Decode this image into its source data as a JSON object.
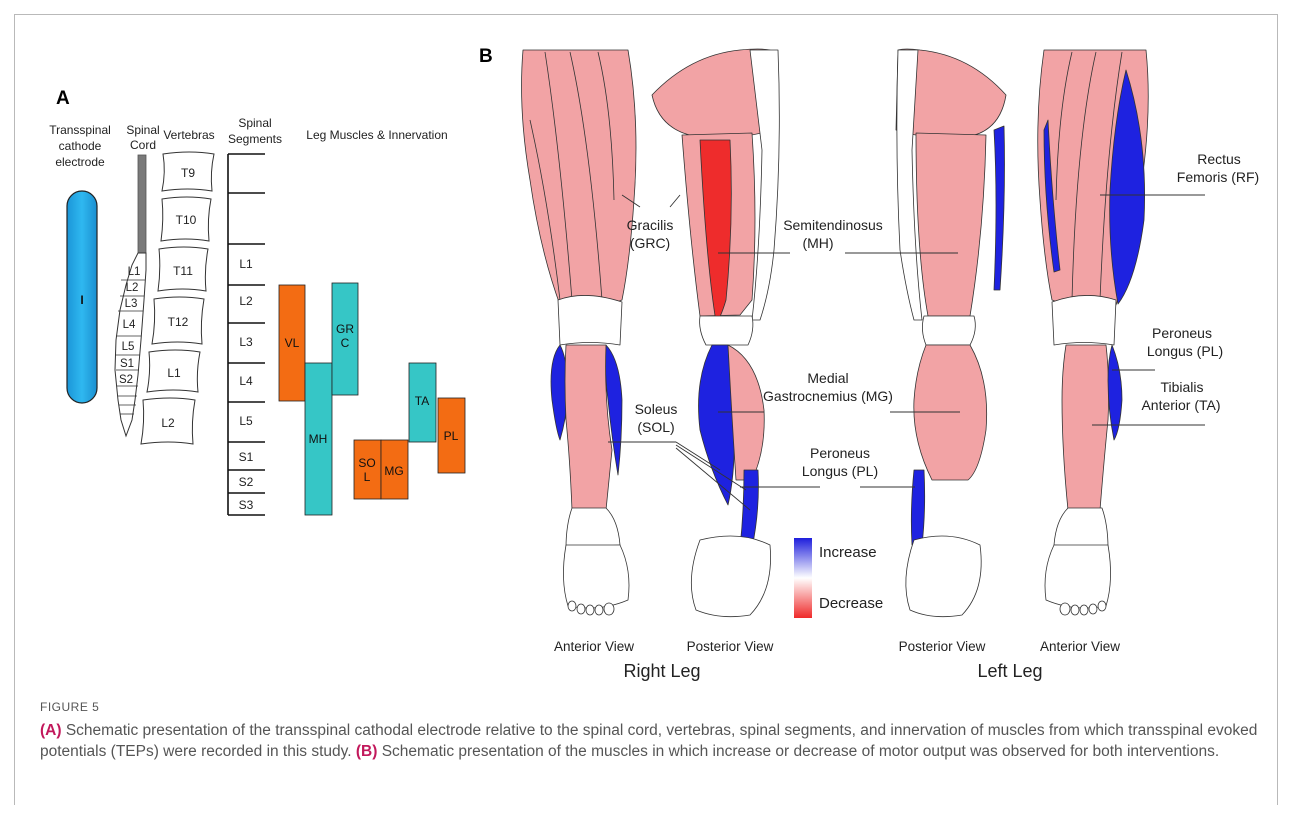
{
  "panel_a": {
    "label": "A",
    "headers": {
      "electrode": [
        "Transspinal",
        "cathode",
        "electrode"
      ],
      "cord": [
        "Spinal",
        "Cord"
      ],
      "vertebras": "Vertebras",
      "segments": [
        "Spinal",
        "Segments"
      ],
      "muscles": "Leg Muscles & Innervation"
    },
    "electrode_mark": "I",
    "cord_levels": [
      "L1",
      "L2",
      "L3",
      "L4",
      "L5",
      "S1",
      "S2"
    ],
    "vertebrae": [
      "T9",
      "T10",
      "T11",
      "T12",
      "L1",
      "L2"
    ],
    "segments": [
      "",
      "",
      "L1",
      "L2",
      "L3",
      "L4",
      "L5",
      "S1",
      "S2",
      "S3"
    ],
    "muscle_boxes": [
      {
        "label": [
          "VL"
        ],
        "color": "#f36c13"
      },
      {
        "label": [
          "MH"
        ],
        "color": "#36c6c6"
      },
      {
        "label": [
          "GR",
          "C"
        ],
        "color": "#36c6c6"
      },
      {
        "label": [
          "SO",
          "L"
        ],
        "color": "#f36c13"
      },
      {
        "label": [
          "MG"
        ],
        "color": "#f36c13"
      },
      {
        "label": [
          "TA"
        ],
        "color": "#36c6c6"
      },
      {
        "label": [
          "PL"
        ],
        "color": "#f36c13"
      }
    ]
  },
  "panel_b": {
    "label": "B",
    "views": [
      "Anterior View",
      "Posterior View",
      "Posterior View",
      "Anterior View"
    ],
    "legs": [
      "Right Leg",
      "Left Leg"
    ],
    "annotations": {
      "gracilis": [
        "Gracilis",
        "(GRC)"
      ],
      "semitendinosus": [
        "Semitendinosus",
        "(MH)"
      ],
      "rectus": [
        "Rectus",
        "Femoris (RF)"
      ],
      "peroneus_left": [
        "Peroneus",
        "Longus (PL)"
      ],
      "tibialis": [
        "Tibialis",
        "Anterior (TA)"
      ],
      "medial_gastro": [
        "Medial",
        "Gastrocnemius (MG)"
      ],
      "soleus": [
        "Soleus",
        "(SOL)"
      ],
      "peroneus_center": [
        "Peroneus",
        "Longus (PL)"
      ]
    },
    "legend": {
      "increase": "Increase",
      "decrease": "Decrease",
      "increase_color": "#1e1edc",
      "decrease_color": "#ef2a2a"
    },
    "colors": {
      "muscle": "#f2a3a5",
      "increase": "#1e22e0",
      "decrease": "#ee2c2c"
    }
  },
  "caption": {
    "figure_label": "FIGURE 5",
    "part_a_label": "(A)",
    "part_a_text": " Schematic presentation of the transspinal cathodal electrode relative to the spinal cord, vertebras, spinal segments, and innervation of muscles from which transspinal evoked potentials (TEPs) were recorded in this study. ",
    "part_b_label": "(B)",
    "part_b_text": " Schematic presentation of the muscles in which increase or decrease of motor output was observed for both interventions."
  }
}
